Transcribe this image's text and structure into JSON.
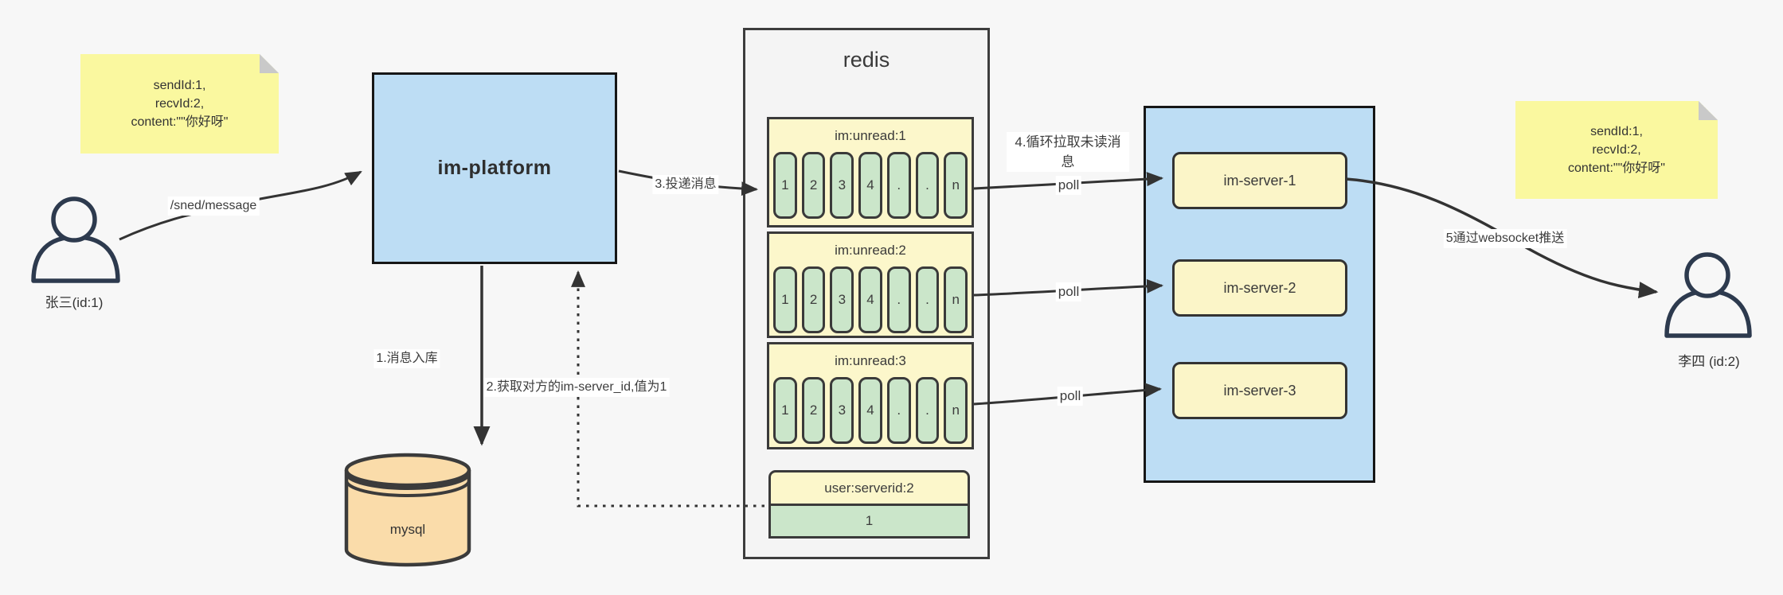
{
  "notes": {
    "left": {
      "lines": [
        "sendId:1,",
        "recvId:2,",
        "content:\"\"你好呀\""
      ]
    },
    "right": {
      "lines": [
        "sendId:1,",
        "recvId:2,",
        "content:\"\"你好呀\""
      ]
    }
  },
  "actors": {
    "sender": {
      "label": "张三(id:1)"
    },
    "receiver": {
      "label": "李四 (id:2)"
    }
  },
  "platform": {
    "label": "im-platform"
  },
  "database": {
    "label": "mysql"
  },
  "redis": {
    "title": "redis",
    "queues": [
      {
        "title": "im:unread:1",
        "cells": [
          "1",
          "2",
          "3",
          "4",
          ".",
          ".",
          "n"
        ]
      },
      {
        "title": "im:unread:2",
        "cells": [
          "1",
          "2",
          "3",
          "4",
          ".",
          ".",
          "n"
        ]
      },
      {
        "title": "im:unread:3",
        "cells": [
          "1",
          "2",
          "3",
          "4",
          ".",
          ".",
          "n"
        ]
      }
    ],
    "kv": {
      "title": "user:serverid:2",
      "value": "1"
    }
  },
  "servers": {
    "items": [
      {
        "label": "im-server-1"
      },
      {
        "label": "im-server-2"
      },
      {
        "label": "im-server-3"
      }
    ]
  },
  "flow_labels": {
    "send_api": "/sned/message",
    "step1": "1.消息入库",
    "step2": "2.获取对方的im-server_id,值为1",
    "step3": "3.投递消息",
    "step4": "4.循环拉取未读消息",
    "step5": "5通过websocket推送",
    "poll": "poll"
  },
  "colors": {
    "canvas_bg": "#f7f7f7",
    "blue_block": "#bdddf4",
    "note_yellow": "#faf89f",
    "queue_yellow": "#fcf7cb",
    "cell_green": "#cbe6ca",
    "server_yellow": "#fbf5c8",
    "mysql_orange": "#fadcaa",
    "line_dark": "#333333"
  }
}
